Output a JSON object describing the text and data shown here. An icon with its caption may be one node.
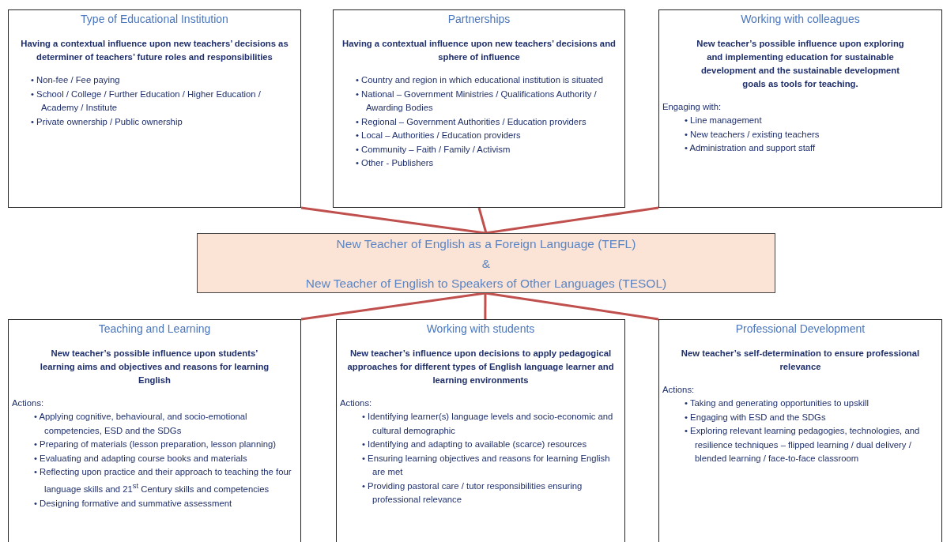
{
  "diagram": {
    "nodes": [
      {
        "text": [
          "Type of Educational Institution",
          "Having a contextual influence upon new teachers’ decisions as determiner of teachers’ future roles and responsibilities",
          "• Non-fee / Fee paying",
          "• School / College / Further Education / Higher Education / Academy / Institute",
          "• Private ownership / Public ownership"
        ]
      },
      {
        "text": [
          "Partnerships",
          "Having a contextual influence upon new teachers’ decisions and sphere of influence",
          "• Country and region in which educational institution is situated",
          "• National – Government Ministries / Qualifications Authority / Awarding Bodies",
          "• Regional – Government Authorities / Education providers",
          "• Local – Authorities / Education providers",
          "• Community – Faith / Family / Activism",
          "• Other - Publishers"
        ]
      },
      {
        "text": [
          "Working with colleagues",
          "New teacher’s possible influence upon exploring and implementing education for sustainable development and the sustainable development goals as tools for teaching.",
          "Engaging with:",
          "• Line management",
          "• New teachers / existing teachers",
          "• Administration and support staff"
        ]
      },
      {
        "text": [
          "New Teacher of English as a Foreign Language (TEFL)",
          "&",
          "New Teacher of English to Speakers of Other Languages (TESOL)"
        ]
      },
      {
        "text": [
          "Teaching and Learning",
          "New teacher’s possible influence upon students’ learning aims and objectives and reasons for learning English",
          "Actions:",
          "• Applying cognitive, behavioural, and socio-emotional competencies, ESD and the SDGs",
          "• Preparing of materials (lesson preparation, lesson planning)",
          "• Evaluating and adapting course books and materials",
          "• Reflecting upon practice and their approach to teaching the four language skills and 21$^{st}$ Century skills and competencies",
          "• Designing formative and summative assessment"
        ]
      },
      {
        "text": [
          "Working with students",
          "New teacher’s influence upon decisions to apply pedagogical approaches for different types of English language learner and learning environments",
          "Actions:",
          "• Identifying learner(s) language levels and socio-economic and cultural demographic",
          "• Identifying and adapting to available (scarce) resources",
          "• Ensuring learning objectives and reasons for learning English are met",
          "• Providing pastoral care / tutor responsibilities ensuring professional relevance"
        ]
      },
      {
        "text": [
          "Professional Development",
          "New teacher’s self-determination to ensure professional relevance",
          "Actions:",
          "• Taking and generating opportunities to upskill",
          "• Engaging with ESD and the SDGs",
          "• Exploring relevant learning pedagogies, technologies, and resilience techniques – flipped learning / dual delivery / blended learning / face-to-face classroom"
        ]
      }
    ],
    "edges": [
      {
        "from": 0,
        "to": 3,
        "arrow": "none"
      },
      {
        "from": 1,
        "to": 3,
        "arrow": "none"
      },
      {
        "from": 2,
        "to": 3,
        "arrow": "none"
      },
      {
        "from": 3,
        "to": 4,
        "arrow": "none"
      },
      {
        "from": 3,
        "to": 5,
        "arrow": "none"
      },
      {
        "from": 3,
        "to": 6,
        "arrow": "none"
      }
    ]
  }
}
